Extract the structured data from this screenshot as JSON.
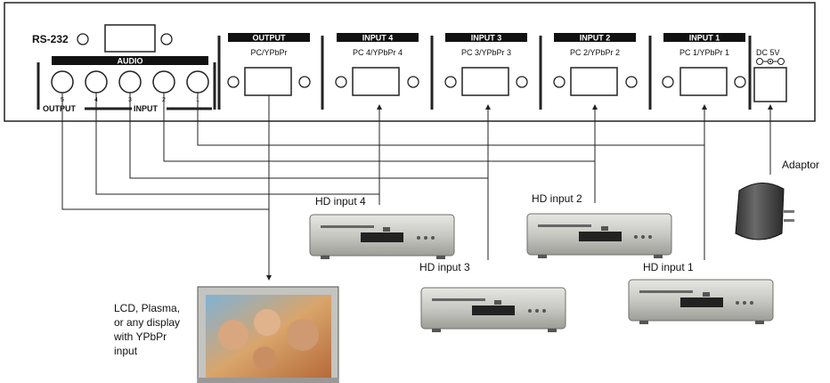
{
  "panel": {
    "rs232": "RS-232",
    "audio": "AUDIO",
    "audio_ports": [
      "5",
      "4",
      "3",
      "2",
      "1"
    ],
    "audio_output": "OUTPUT",
    "audio_input": "INPUT",
    "dc": "DC 5V"
  },
  "video_sections": [
    {
      "header": "OUTPUT",
      "port": "PC/YPbPr"
    },
    {
      "header": "INPUT 4",
      "port": "PC 4/YPbPr 4"
    },
    {
      "header": "INPUT 3",
      "port": "PC 3/YPbPr 3"
    },
    {
      "header": "INPUT 2",
      "port": "PC 2/YPbPr 2"
    },
    {
      "header": "INPUT 1",
      "port": "PC 1/YPbPr 1"
    }
  ],
  "devices": {
    "hd4": "HD input 4",
    "hd3": "HD input 3",
    "hd2": "HD input 2",
    "hd1": "HD input 1",
    "adaptor": "Adaptor"
  },
  "display_lines": [
    "LCD, Plasma,",
    "or any display",
    "with YPbPr",
    "input"
  ]
}
